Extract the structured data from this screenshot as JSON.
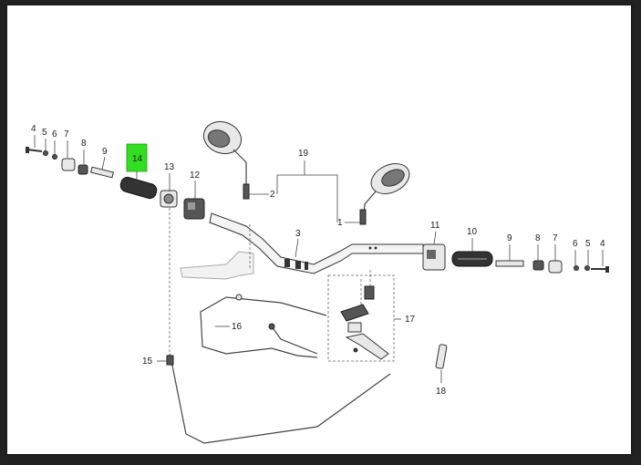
{
  "diagram": {
    "callouts": {
      "c1": "1",
      "c2": "2",
      "c3": "3",
      "c4a": "4",
      "c4b": "4",
      "c5a": "5",
      "c5b": "5",
      "c6a": "6",
      "c6b": "6",
      "c7a": "7",
      "c7b": "7",
      "c8a": "8",
      "c8b": "8",
      "c9a": "9",
      "c9b": "9",
      "c10": "10",
      "c11": "11",
      "c12": "12",
      "c13": "13",
      "c14": "14",
      "c15": "15",
      "c16": "16",
      "c17": "17",
      "c18": "18",
      "c19": "19"
    },
    "highlight_color": "#33dd22"
  }
}
